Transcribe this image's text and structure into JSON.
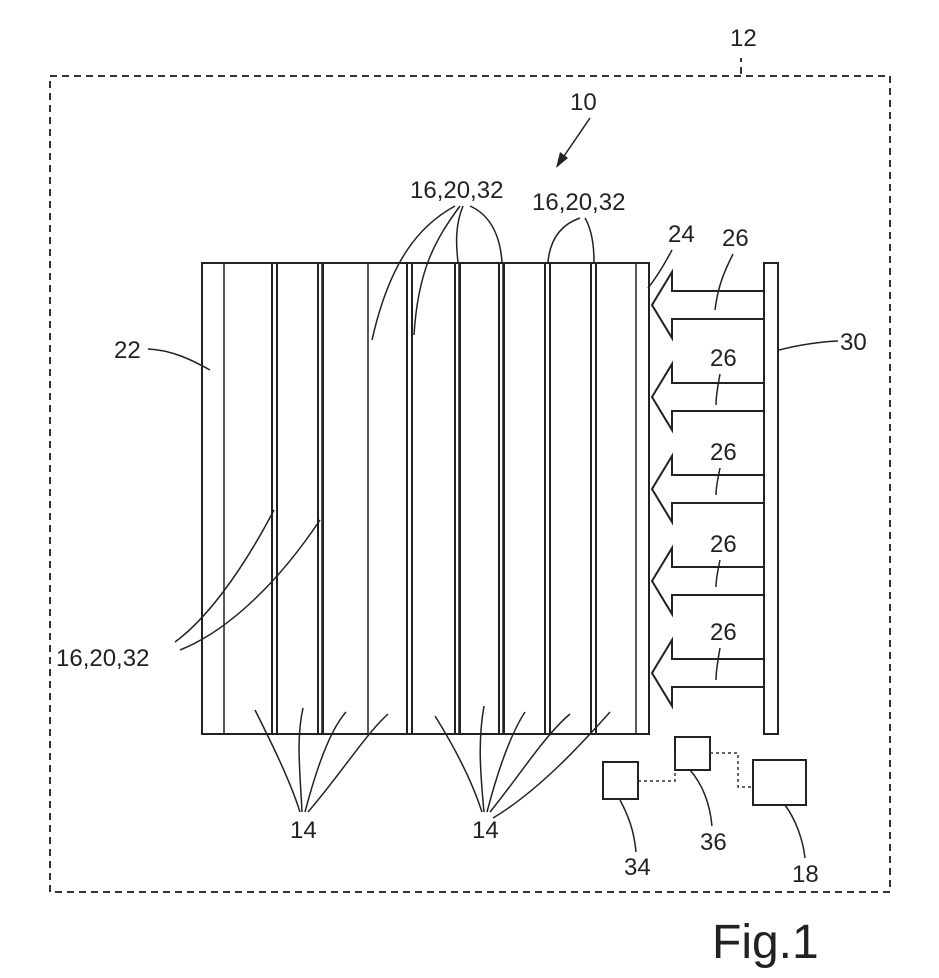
{
  "figure": {
    "caption": "Fig.1",
    "labels": {
      "enclosure": "12",
      "assembly": "10",
      "stack_top_left": "16,20,32",
      "stack_top_right": "16,20,32",
      "stack_left": "16,20,32",
      "end_plate_left": "22",
      "end_plate_right": "24",
      "press_plate": "30",
      "force_1": "26",
      "force_2": "26",
      "force_3": "26",
      "force_4": "26",
      "force_5": "26",
      "cells_left": "14",
      "cells_right": "14",
      "unit_34": "34",
      "unit_36": "36",
      "unit_18": "18"
    }
  }
}
